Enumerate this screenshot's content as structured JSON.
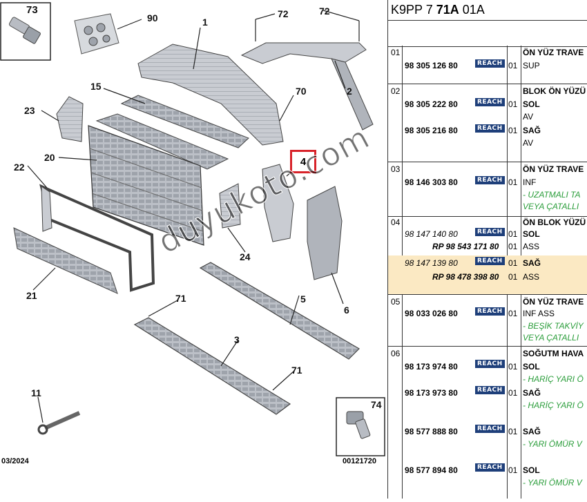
{
  "diagram": {
    "callouts": [
      "73",
      "90",
      "72",
      "72",
      "1",
      "2",
      "15",
      "70",
      "23",
      "4",
      "20",
      "22",
      "24",
      "6",
      "21",
      "71",
      "5",
      "3",
      "71",
      "11",
      "74"
    ],
    "date": "03/2024",
    "ref": "00121720",
    "watermark": "duyukoto.com"
  },
  "panel": {
    "title_prefix": "K9PP 7 ",
    "title_bold": "71A",
    "title_suffix": " 01A",
    "reach": "REACH",
    "rows": [
      {
        "idx": "01",
        "lines": [
          {
            "pn": "98 305 126 80",
            "qty": "01",
            "desc": "SUP"
          }
        ],
        "heading": "ÖN YÜZ TRAVE"
      },
      {
        "idx": "02",
        "heading": "BLOK ÖN YÜZÜ",
        "lines": [
          {
            "pn": "98 305 222 80",
            "qty": "01",
            "desc": "SOL",
            "desc2": "AV"
          },
          {
            "pn": "98 305 216 80",
            "qty": "01",
            "desc": "SAĞ",
            "desc2": "AV"
          }
        ]
      },
      {
        "idx": "03",
        "heading": "ÖN YÜZ TRAVE",
        "lines": [
          {
            "pn": "98 146 303 80",
            "qty": "01",
            "desc": "INF",
            "note1": "- UZATMALI TA",
            "note2": "VEYA ÇATALLI"
          }
        ]
      },
      {
        "idx": "04",
        "heading": "ÖN BLOK YÜZÜ",
        "lines": [
          {
            "pn": "98 147 140 80",
            "qty": "01",
            "desc": "SOL",
            "rp": "RP 98 543 171 80",
            "rpqty": "01",
            "rpdesc": "ASS"
          },
          {
            "pn": "98 147 139 80",
            "qty": "01",
            "desc": "SAĞ",
            "rp": "RP 98 478 398 80",
            "rpqty": "01",
            "rpdesc": "ASS"
          }
        ]
      },
      {
        "idx": "05",
        "heading": "ÖN YÜZ TRAVE",
        "lines": [
          {
            "pn": "98 033 026 80",
            "qty": "01",
            "desc": "INF ASS",
            "note1": "- BEŞİK TAKVİY",
            "note2": "VEYA ÇATALLI"
          }
        ]
      },
      {
        "idx": "06",
        "heading": "SOĞUTM HAVA",
        "lines": [
          {
            "pn": "98 173 974 80",
            "qty": "01",
            "desc": "SOL",
            "note1": "- HARİÇ YARI Ö"
          },
          {
            "pn": "98 173 973 80",
            "qty": "01",
            "desc": "SAĞ",
            "note1": "- HARİÇ YARI Ö"
          },
          {
            "pn": "98 577 888 80",
            "qty": "01",
            "desc": "SAĞ",
            "note1": "- YARI ÖMÜR V"
          },
          {
            "pn": "98 577 894 80",
            "qty": "01",
            "desc": "SOL",
            "note1": "- YARI ÖMÜR V"
          }
        ]
      }
    ]
  }
}
